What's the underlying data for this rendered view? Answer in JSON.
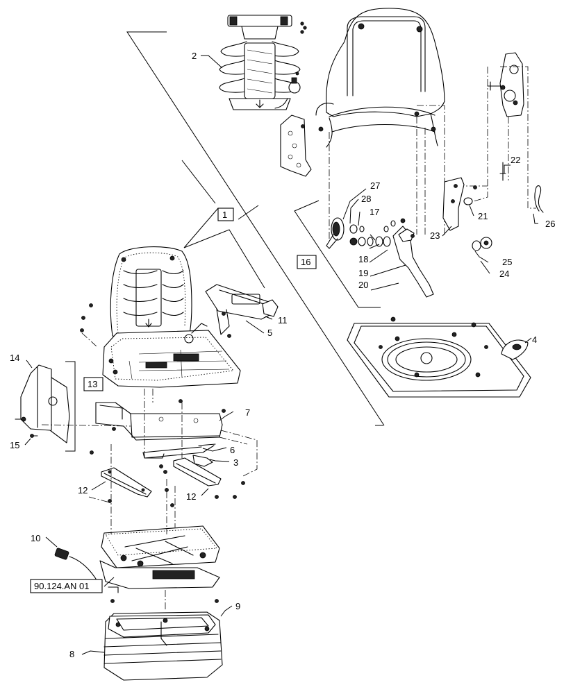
{
  "callouts": {
    "c1": "1",
    "c2": "2",
    "c3": "3",
    "c4": "4",
    "c5": "5",
    "c6": "6",
    "c7": "7",
    "c8": "8",
    "c9": "9",
    "c10": "10",
    "c11": "11",
    "c12a": "12",
    "c12b": "12",
    "c13": "13",
    "c14": "14",
    "c15": "15",
    "c16": "16",
    "c17": "17",
    "c18": "18",
    "c19": "19",
    "c20": "20",
    "c21": "21",
    "c22": "22",
    "c23": "23",
    "c24": "24",
    "c25": "25",
    "c26": "26",
    "c27": "27",
    "c28": "28"
  },
  "reference": {
    "label": "90.124.AN 01"
  }
}
